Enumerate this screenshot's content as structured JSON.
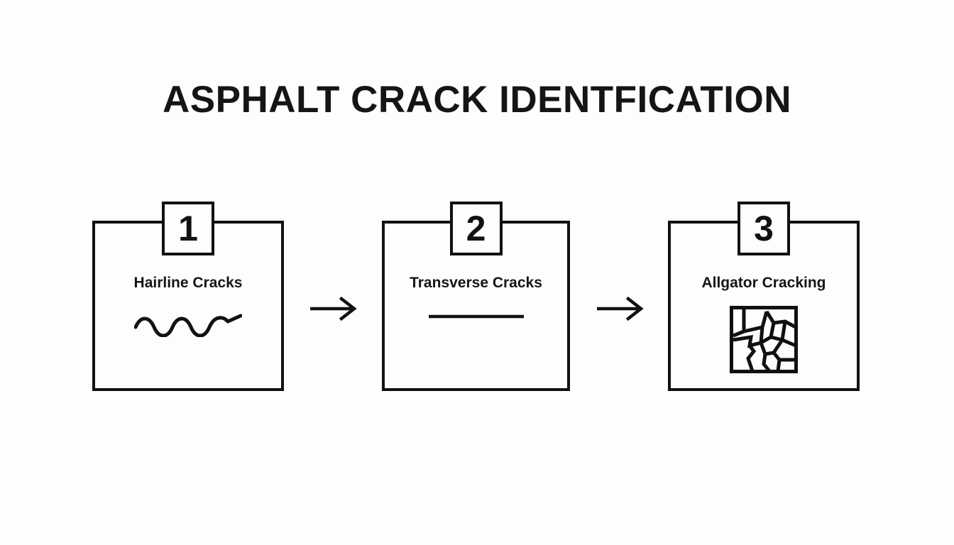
{
  "page": {
    "title": "ASPHALT CRACK IDENTFICATION",
    "background_color": "#fdfdfd",
    "ink_color": "#111111"
  },
  "diagram": {
    "type": "horizontal-process-flow",
    "step_count": 3,
    "steps": [
      {
        "number": "1",
        "label": "Hairline Cracks",
        "icon": "wavy-line-icon"
      },
      {
        "number": "2",
        "label": "Transverse Cracks",
        "icon": "straight-line-icon"
      },
      {
        "number": "3",
        "label": "Allgator Cracking",
        "icon": "alligator-crack-pattern-icon"
      }
    ],
    "connectors": [
      {
        "name": "arrow-right-icon",
        "from": "1",
        "to": "2"
      },
      {
        "name": "arrow-right-icon",
        "from": "2",
        "to": "3"
      }
    ]
  }
}
